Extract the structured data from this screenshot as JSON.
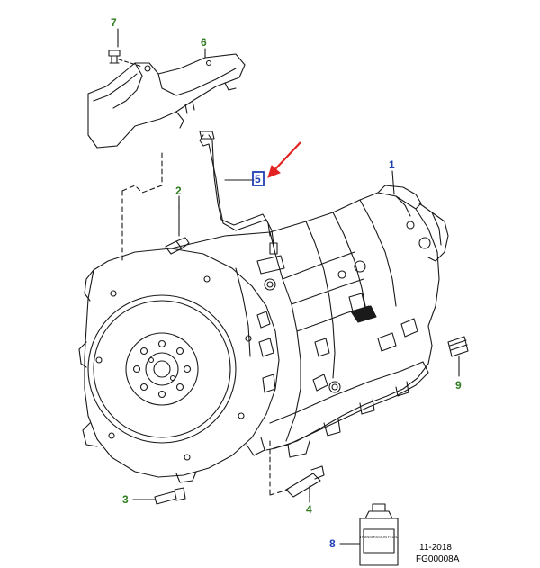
{
  "colors": {
    "line": "#1a1a1a",
    "green_callout": "#2e7d1e",
    "blue_callout": "#1f3fb3",
    "highlight_box": "#1f3fb3",
    "arrow": "#e32222"
  },
  "callouts": [
    {
      "id": "1",
      "label": "1",
      "color": "blue"
    },
    {
      "id": "2",
      "label": "2",
      "color": "green"
    },
    {
      "id": "3",
      "label": "3",
      "color": "green"
    },
    {
      "id": "4",
      "label": "4",
      "color": "green"
    },
    {
      "id": "5",
      "label": "5",
      "color": "blue",
      "highlighted": true
    },
    {
      "id": "6",
      "label": "6",
      "color": "green"
    },
    {
      "id": "7",
      "label": "7",
      "color": "green"
    },
    {
      "id": "8",
      "label": "8",
      "color": "blue"
    },
    {
      "id": "9",
      "label": "9",
      "color": "green"
    }
  ],
  "bottle_label": "TRANSMISSION FLUID",
  "footer": {
    "date": "11-2018",
    "figure_id": "FG00008A"
  },
  "icons": [
    "red-pointer-arrow-icon"
  ]
}
